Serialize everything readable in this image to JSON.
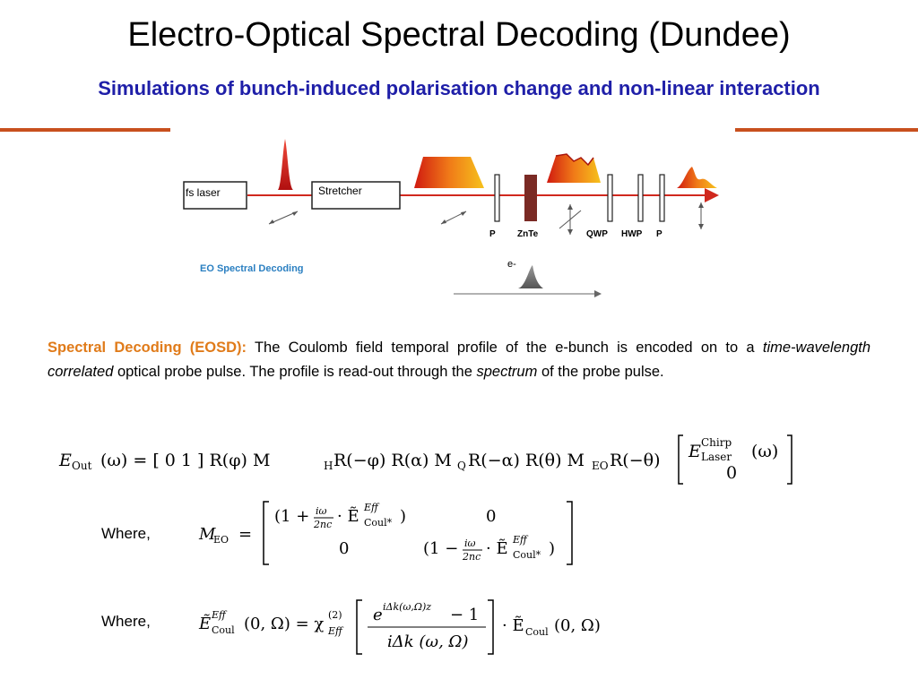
{
  "slide": {
    "title": "Electro-Optical Spectral Decoding (Dundee)",
    "subtitle": "Simulations of bunch-induced polarisation change and non-linear interaction"
  },
  "diagram": {
    "fs_laser_label": "fs laser",
    "stretcher_label": "Stretcher",
    "caption": "EO Spectral Decoding",
    "electron_label": "e-",
    "components": [
      "P",
      "ZnTe",
      "QWP",
      "HWP",
      "P"
    ],
    "colors": {
      "beam": "#d0281e",
      "caption": "#2a7fc1",
      "pulse_hot": "#d01a10",
      "pulse_warm": "#f3b21a",
      "electron": "#6f6f6f",
      "crystal": "#7a2a24"
    }
  },
  "paragraph": {
    "lead": "Spectral Decoding (EOSD):",
    "part1": " The Coulomb field temporal profile of the e-bunch is encoded on to a ",
    "em1": "time-wavelength correlated",
    "part2": " optical probe pulse. The profile is read-out through the ",
    "em2": "spectrum",
    "part3": " of the probe pulse."
  },
  "equations": {
    "eq1_lhs": "E",
    "eq1_lhs_sub": "Out",
    "eq1_arg": "(ω) = [ 0   1 ] R(φ) M",
    "eq1_mh_sub": "H",
    "eq1_mid1": "R(−φ) R(α) M",
    "eq1_mq_sub": "Q",
    "eq1_mid2": "R(−α) R(θ) M",
    "eq1_meo_sub": "EO",
    "eq1_mid3": "R(−θ)",
    "eq1_vec_top": "E",
    "eq1_vec_top_sup": "Chirp",
    "eq1_vec_top_sub": "Laser",
    "eq1_vec_top_arg": "(ω)",
    "eq1_vec_bottom": "0",
    "where1": "Where,",
    "eq2_lhs": "M",
    "eq2_lhs_sub": "EO",
    "eq2_m11_a": "(1 +",
    "eq2_frac_num": "iω",
    "eq2_frac_den": "2nc",
    "eq2_m11_b": "· Ẽ",
    "eq2_eff_sup": "Eff",
    "eq2_coul_sub": "Coul*",
    "eq2_m12": "0",
    "eq2_m21": "0",
    "eq2_m22_a": "(1 −",
    "where2": "Where,",
    "eq3_lhs": "Ẽ",
    "eq3_lhs_sup": "Eff",
    "eq3_lhs_sub": "Coul",
    "eq3_arg": "(0, Ω) = χ",
    "eq3_chi_sup": "(2)",
    "eq3_chi_sub": "Eff",
    "eq3_num": "e",
    "eq3_num_sup": "iΔk(ω,Ω)z",
    "eq3_num_tail": " − 1",
    "eq3_den": "iΔk (ω, Ω)",
    "eq3_tail": "· Ẽ",
    "eq3_tail_sub": "Coul",
    "eq3_tail_arg": "(0, Ω)"
  }
}
